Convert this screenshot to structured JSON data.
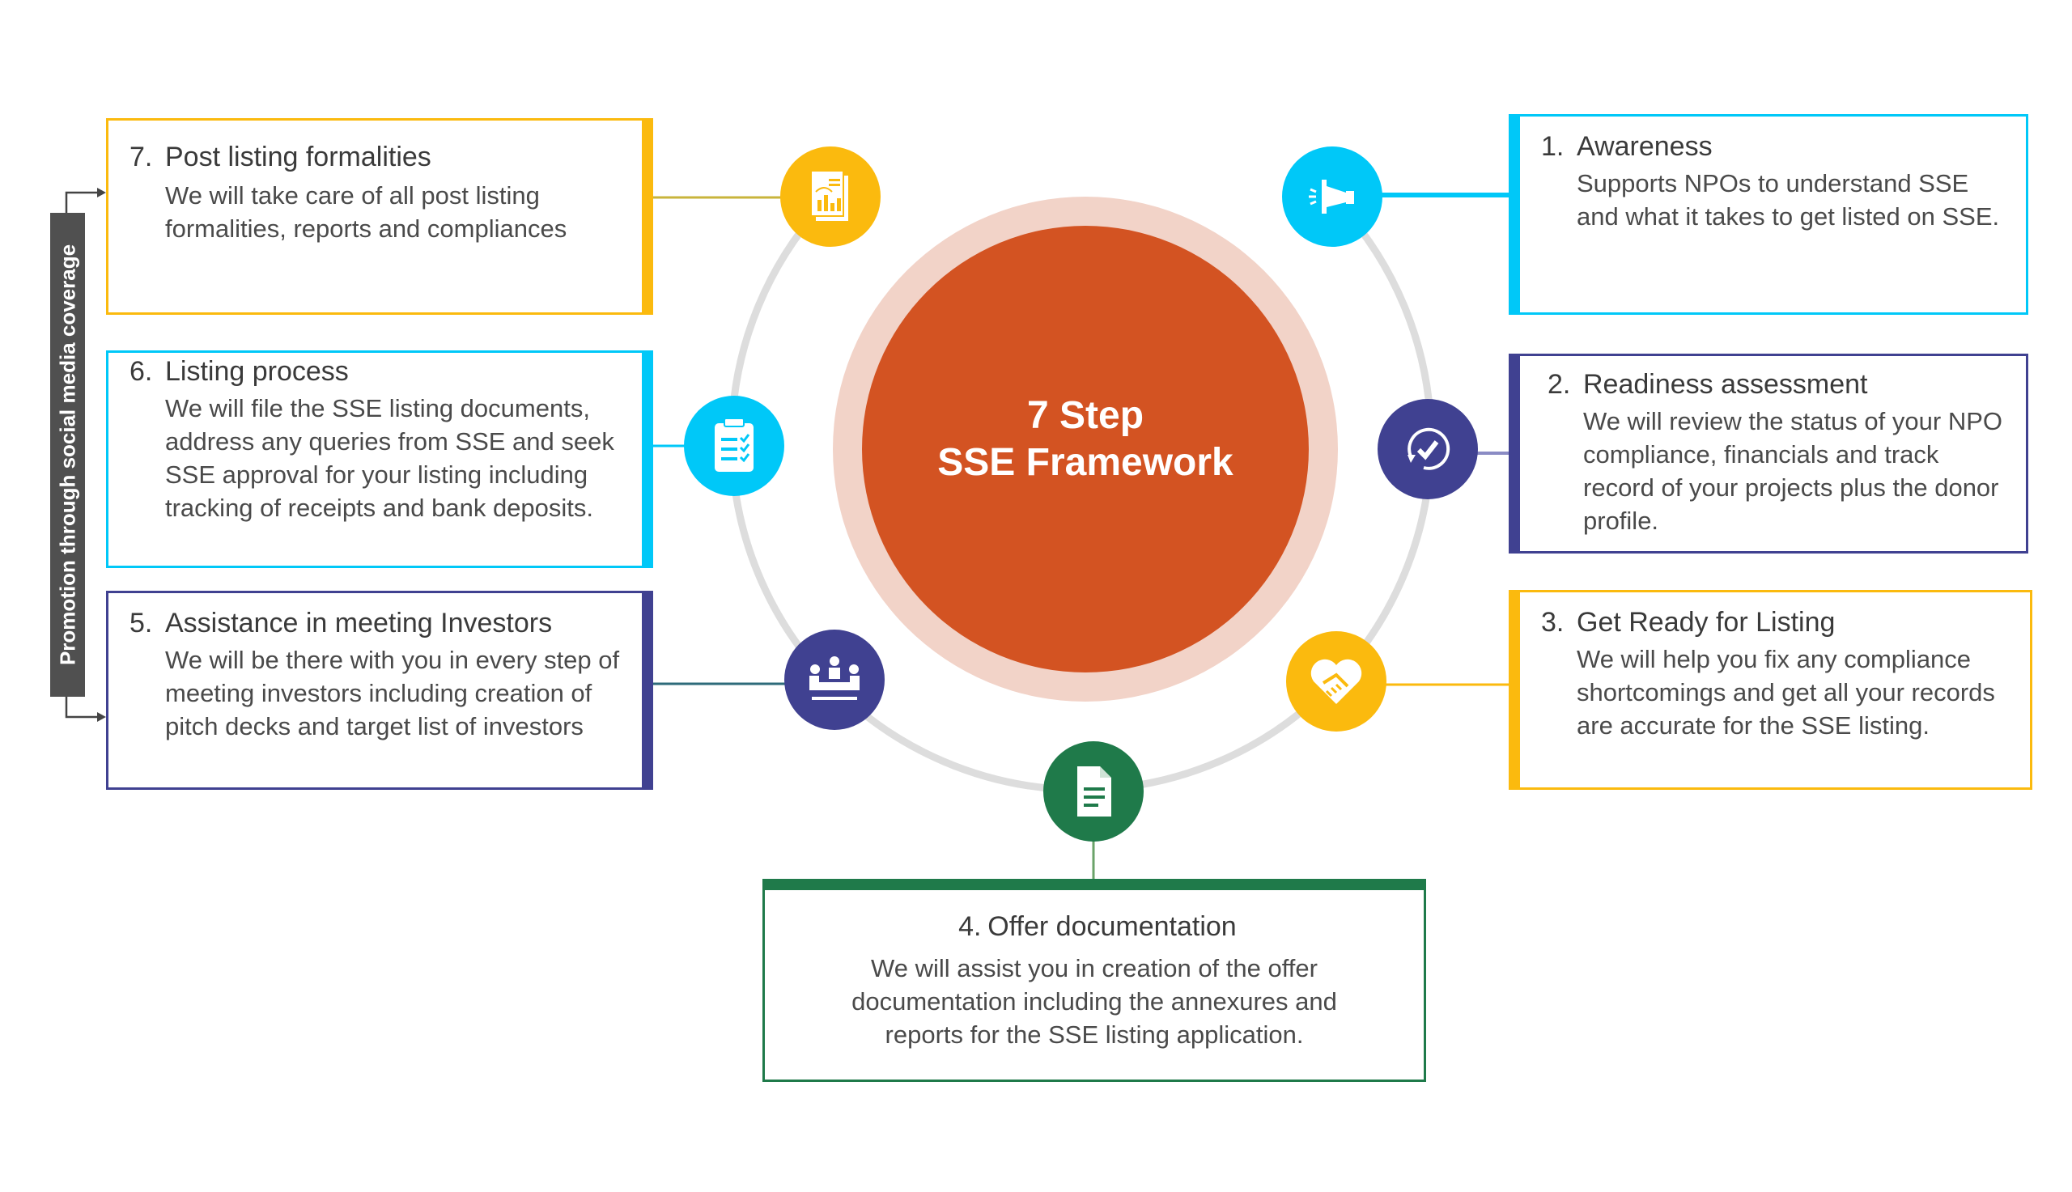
{
  "center": {
    "line1": "7 Step",
    "line2": "SSE Framework"
  },
  "side_label": "Promotion through social media coverage",
  "steps": [
    {
      "num": "1.",
      "title": "Awareness",
      "text": "Supports NPOs to understand SSE and what it takes to get listed on SSE.",
      "color": "#00C8F8",
      "icon": "megaphone-icon"
    },
    {
      "num": "2.",
      "title": "Readiness assessment",
      "text": "We will review the status of your NPO compliance, financials and track record of your projects plus the donor profile.",
      "color": "#404191",
      "icon": "check-circle-icon"
    },
    {
      "num": "3.",
      "title": "Get Ready for Listing",
      "text": "We will help you fix any compliance shortcomings and get all your records are accurate for the SSE listing.",
      "color": "#FBBA0E",
      "icon": "handshake-heart-icon"
    },
    {
      "num": "4.",
      "title": "Offer documentation",
      "text": "We will assist you in creation of the offer documentation including the annexures and reports for the SSE listing application.",
      "color": "#1F7A4A",
      "icon": "document-icon"
    },
    {
      "num": "5.",
      "title": "Assistance in meeting Investors",
      "text": "We will be there with you in every step of meeting investors including creation of pitch decks and target list of investors",
      "color": "#404191",
      "icon": "meeting-icon"
    },
    {
      "num": "6.",
      "title": "Listing process",
      "text": "We will file the SSE listing documents, address any queries from SSE and seek SSE approval for your listing including tracking of receipts and bank deposits.",
      "color": "#00C8F8",
      "icon": "clipboard-checklist-icon"
    },
    {
      "num": "7.",
      "title": "Post listing formalities",
      "text": "We will take care of all post listing formalities, reports and compliances",
      "color": "#FBBA0E",
      "icon": "report-chart-icon"
    }
  ],
  "colors": {
    "core": "#D35322",
    "halo": "#F2D3C8",
    "ring": "#DDDDDD",
    "side_bar": "#505050"
  }
}
